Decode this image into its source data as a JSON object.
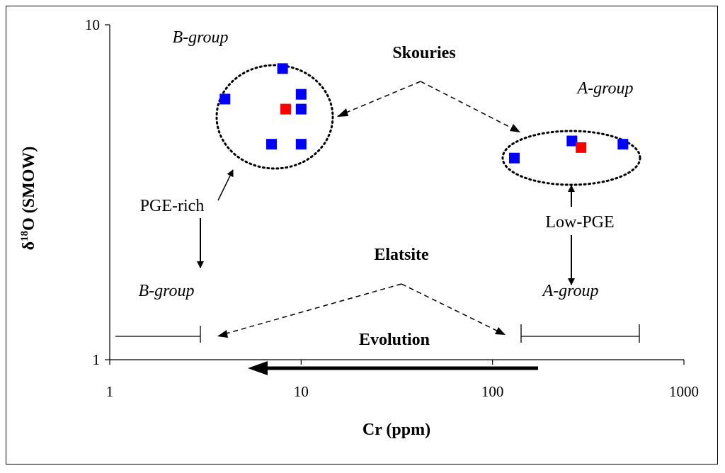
{
  "chart_data": {
    "type": "scatter",
    "title": "",
    "xlabel": "Cr (ppm)",
    "ylabel": "δ18O (SMOW)",
    "ylabel_main": "δ",
    "ylabel_sup": "18",
    "ylabel_rest": "O (SMOW)",
    "xscale": "log",
    "yscale": "log",
    "xlim": [
      1,
      1000
    ],
    "ylim": [
      1,
      10
    ],
    "xticks": [
      1,
      10,
      100,
      1000
    ],
    "xtick_labels": [
      "1",
      "10",
      "100",
      "1000"
    ],
    "yticks": [
      1,
      10
    ],
    "ytick_labels": [
      "1",
      "10"
    ],
    "grid": false,
    "series": [
      {
        "color": "#0000ff",
        "marker": "square",
        "points": [
          {
            "x": 4,
            "y": 6.0
          },
          {
            "x": 8,
            "y": 7.4
          },
          {
            "x": 10,
            "y": 6.2
          },
          {
            "x": 10,
            "y": 5.6
          },
          {
            "x": 7,
            "y": 4.4
          },
          {
            "x": 10,
            "y": 4.4
          },
          {
            "x": 130,
            "y": 4.0
          },
          {
            "x": 260,
            "y": 4.5
          },
          {
            "x": 480,
            "y": 4.4
          }
        ]
      },
      {
        "color": "#ff0000",
        "marker": "square",
        "points": [
          {
            "x": 8.3,
            "y": 5.6
          },
          {
            "x": 290,
            "y": 4.3
          }
        ]
      }
    ],
    "annotations": {
      "skouries": "Skouries",
      "elatsite": "Elatsite",
      "evolution": "Evolution",
      "pge_rich": "PGE-rich",
      "low_pge": "Low-PGE",
      "b_group_top": "B-group",
      "a_group_top": "A-group",
      "b_group_bottom": "B-group",
      "a_group_bottom": "A-group"
    }
  }
}
